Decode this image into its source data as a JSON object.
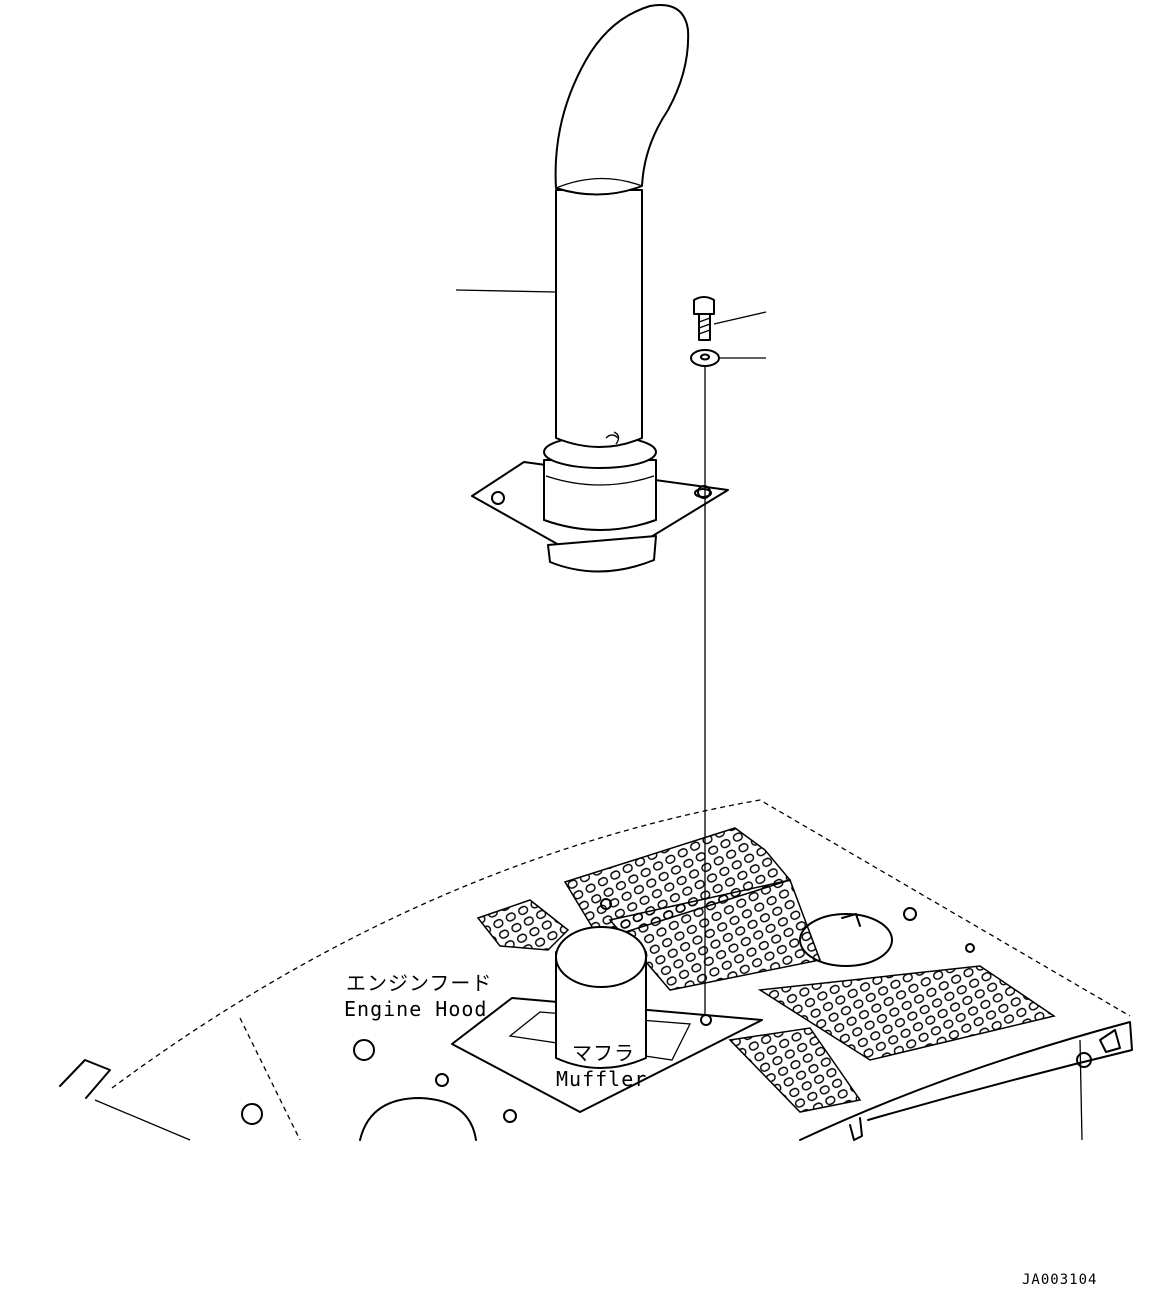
{
  "labels": {
    "engine_hood_jp": "エンジンフード",
    "engine_hood_en": "Engine Hood",
    "muffler_jp": "マフラ",
    "muffler_en": "Muffler"
  },
  "drawing_code": "JA003104"
}
